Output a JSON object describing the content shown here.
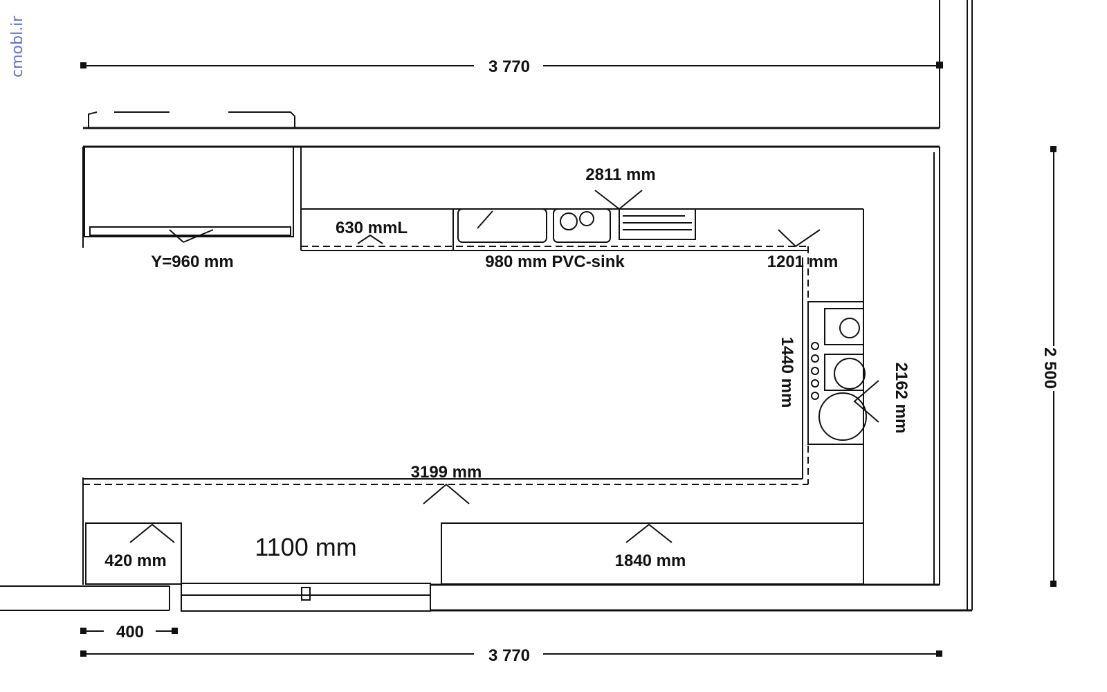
{
  "watermark": "cmobl.ir",
  "colors": {
    "line": "#111111",
    "watermark": "#6a6fd0",
    "background": "#ffffff"
  },
  "dimensions": {
    "top_width": "3 770",
    "bottom_width": "3 770",
    "right_height": "2 500",
    "door_offset": "400",
    "door_width": "1100 mm"
  },
  "labels": {
    "y_height": "Y=960 mm",
    "counter_630": "630 mmL",
    "sink": "980 mm PVC-sink",
    "top_run": "2811 mm",
    "corner_1201": "1201 mm",
    "stove_1440": "1440 mm",
    "right_run": "2162 mm",
    "bottom_run": "3199 mm",
    "cabinet_420": "420 mm",
    "cabinet_1840": "1840 mm"
  }
}
